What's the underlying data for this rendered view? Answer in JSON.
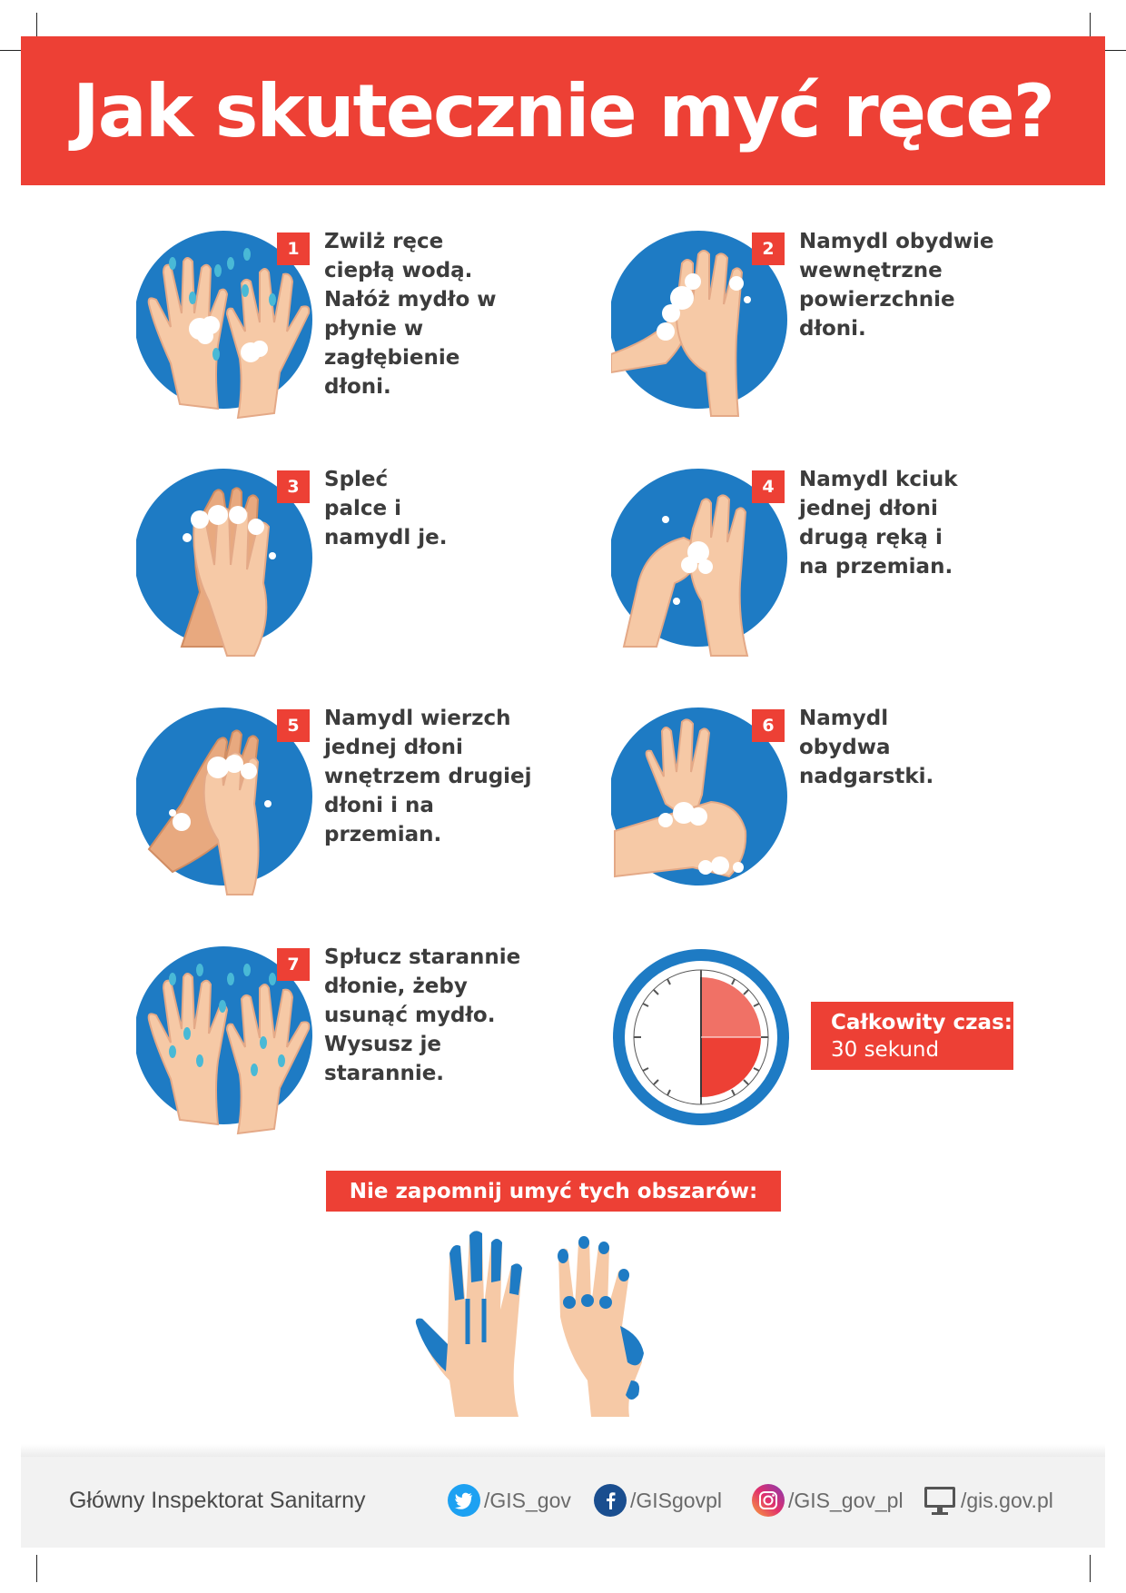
{
  "title": "Jak skutecznie myć ręce?",
  "colors": {
    "accent": "#ed4035",
    "circle": "#1e7bc4",
    "skin": "#f6c9a6",
    "water": "#49b9d6"
  },
  "steps": [
    {
      "num": "1",
      "text": "Zwilż ręce ciepłą wodą. Nałóż mydło w płynie w zagłębienie dłoni.",
      "icon": "wet-hands-icon"
    },
    {
      "num": "2",
      "text": "Namydl obydwie wewnętrzne powierzchnie dłoni.",
      "icon": "lather-palms-icon"
    },
    {
      "num": "3",
      "text": "Spleć palce i namydl je.",
      "icon": "interlace-fingers-icon"
    },
    {
      "num": "4",
      "text": "Namydl kciuk jednej dłoni drugą ręką i na przemian.",
      "icon": "thumb-wash-icon"
    },
    {
      "num": "5",
      "text": "Namydl wierzch jednej dłoni wnętrzem drugiej dłoni i na przemian.",
      "icon": "back-of-hand-icon"
    },
    {
      "num": "6",
      "text": "Namydl obydwa nadgarstki.",
      "icon": "wrist-wash-icon"
    },
    {
      "num": "7",
      "text": "Spłucz starannie dłonie, żeby usunąć mydło. Wysusz je starannie.",
      "icon": "rinse-hands-icon"
    }
  ],
  "total": {
    "label": "Całkowity czas:",
    "value": "30 sekund",
    "icon": "timer-icon"
  },
  "remember": "Nie zapomnij umyć tych obszarów:",
  "footer": {
    "org": "Główny Inspektorat Sanitarny",
    "twitter": "/GIS_gov",
    "facebook": "/GISgovpl",
    "instagram": "/GIS_gov_pl",
    "website": "/gis.gov.pl"
  }
}
